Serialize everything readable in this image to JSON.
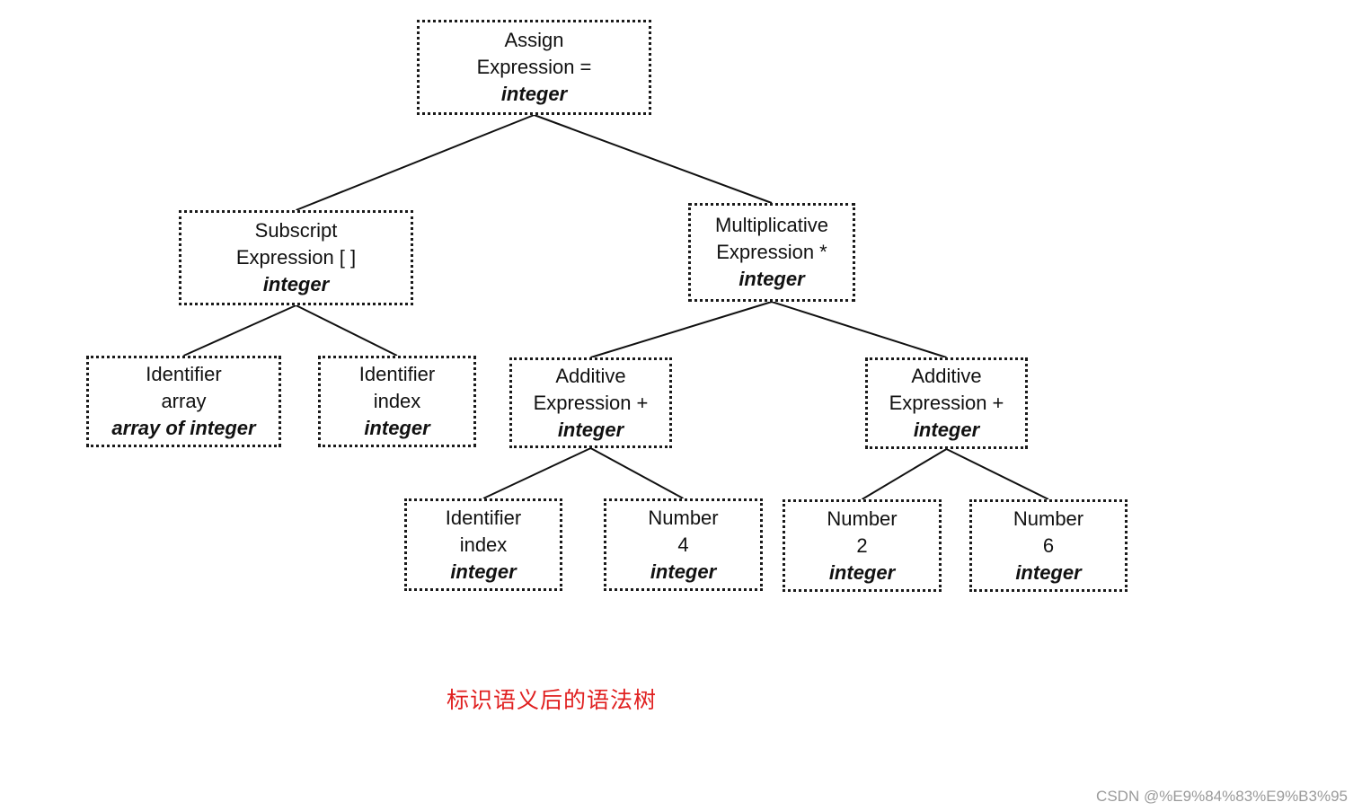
{
  "tree": {
    "nodes": [
      {
        "id": "assign",
        "kind": "Assign",
        "detail": "Expression =",
        "type": "integer",
        "parent": null
      },
      {
        "id": "subscript",
        "kind": "Subscript",
        "detail": "Expression [ ]",
        "type": "integer",
        "parent": "assign"
      },
      {
        "id": "multiplicative",
        "kind": "Multiplicative",
        "detail": "Expression *",
        "type": "integer",
        "parent": "assign"
      },
      {
        "id": "identifier-array",
        "kind": "Identifier",
        "detail": "array",
        "type": "array of integer",
        "parent": "subscript"
      },
      {
        "id": "identifier-index-1",
        "kind": "Identifier",
        "detail": "index",
        "type": "integer",
        "parent": "subscript"
      },
      {
        "id": "additive-left",
        "kind": "Additive",
        "detail": "Expression +",
        "type": "integer",
        "parent": "multiplicative"
      },
      {
        "id": "additive-right",
        "kind": "Additive",
        "detail": "Expression +",
        "type": "integer",
        "parent": "multiplicative"
      },
      {
        "id": "identifier-index-2",
        "kind": "Identifier",
        "detail": "index",
        "type": "integer",
        "parent": "additive-left"
      },
      {
        "id": "number-4",
        "kind": "Number",
        "detail": "4",
        "type": "integer",
        "parent": "additive-left"
      },
      {
        "id": "number-2",
        "kind": "Number",
        "detail": "2",
        "type": "integer",
        "parent": "additive-right"
      },
      {
        "id": "number-6",
        "kind": "Number",
        "detail": "6",
        "type": "integer",
        "parent": "additive-right"
      }
    ]
  },
  "caption": "标识语义后的语法树",
  "watermark": "CSDN @%E9%84%83%E9%B3%95"
}
